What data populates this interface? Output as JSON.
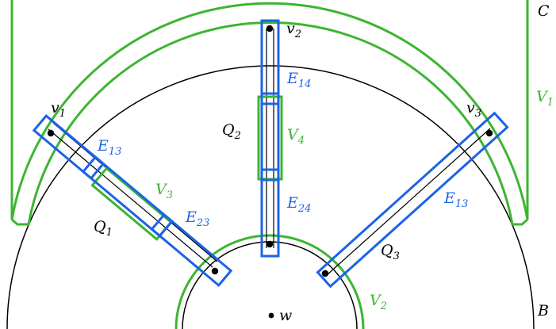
{
  "colors": {
    "green": "#3cb531",
    "blue": "#1c63e8",
    "black": "#000000"
  },
  "regions": {
    "C": "C",
    "B": "B",
    "V1": {
      "main": "V",
      "sub": "1"
    },
    "V2": {
      "main": "V",
      "sub": "2"
    },
    "V3": {
      "main": "V",
      "sub": "3"
    },
    "V4": {
      "main": "V",
      "sub": "4"
    }
  },
  "vertices": {
    "v1": {
      "main": "v",
      "sub": "1"
    },
    "v2": {
      "main": "v",
      "sub": "2"
    },
    "v3": {
      "main": "v",
      "sub": "3"
    },
    "w": "w"
  },
  "edges": {
    "E13_left": {
      "main": "E",
      "sub": "13"
    },
    "E13_right": {
      "main": "E",
      "sub": "13"
    },
    "E14": {
      "main": "E",
      "sub": "14"
    },
    "E23": {
      "main": "E",
      "sub": "23"
    },
    "E24": {
      "main": "E",
      "sub": "24"
    }
  },
  "faces": {
    "Q1": {
      "main": "Q",
      "sub": "1"
    },
    "Q2": {
      "main": "Q",
      "sub": "2"
    },
    "Q3": {
      "main": "Q",
      "sub": "3"
    }
  }
}
